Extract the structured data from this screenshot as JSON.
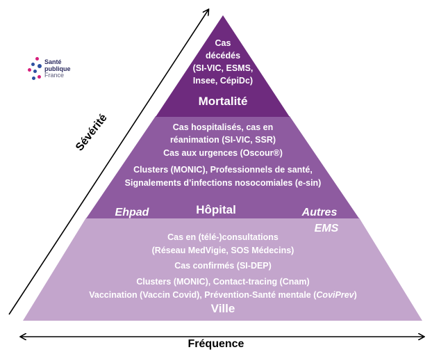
{
  "colors": {
    "top": "#6e2b7e",
    "middle": "#8e5ba0",
    "bottom": "#c3a5cc",
    "text": "#ffffff",
    "logo_blue": "#2e4fa0",
    "logo_magenta": "#d61f7c"
  },
  "logo": {
    "line1": "Santé",
    "line2": "publique",
    "line3": "France"
  },
  "tiers": {
    "top": {
      "lines": [
        "Cas",
        "décédés",
        "(SI-VIC, ESMS,",
        "Insee, CépiDc)"
      ],
      "title": "Mortalité"
    },
    "middle": {
      "lines": [
        "Cas hospitalisés, cas en",
        "réanimation (SI-VIC, SSR)",
        "Cas aux urgences (Oscour®)",
        "Clusters (MONIC),  Professionnels de santé,",
        "Signalements d’infections nosocomiales (e-sin)"
      ],
      "title": "Hôpital",
      "left_label": "Ehpad",
      "right_label_1": "Autres",
      "right_label_2": "EMS"
    },
    "bottom": {
      "lines": [
        "Cas en (télé-)consultations",
        "(Réseau MedVigie, SOS Médecins)",
        "Cas confirmés (SI-DEP)",
        "Clusters (MONIC), Contact-tracing (Cnam)"
      ],
      "last_line_prefix": "Vaccination (Vaccin Covid), Prévention-Santé mentale (",
      "last_line_italic": "CoviPrev",
      "last_line_suffix": ")",
      "title": "Ville"
    }
  },
  "axes": {
    "x_title": "Fréquence",
    "y_title": "Sévérité"
  }
}
